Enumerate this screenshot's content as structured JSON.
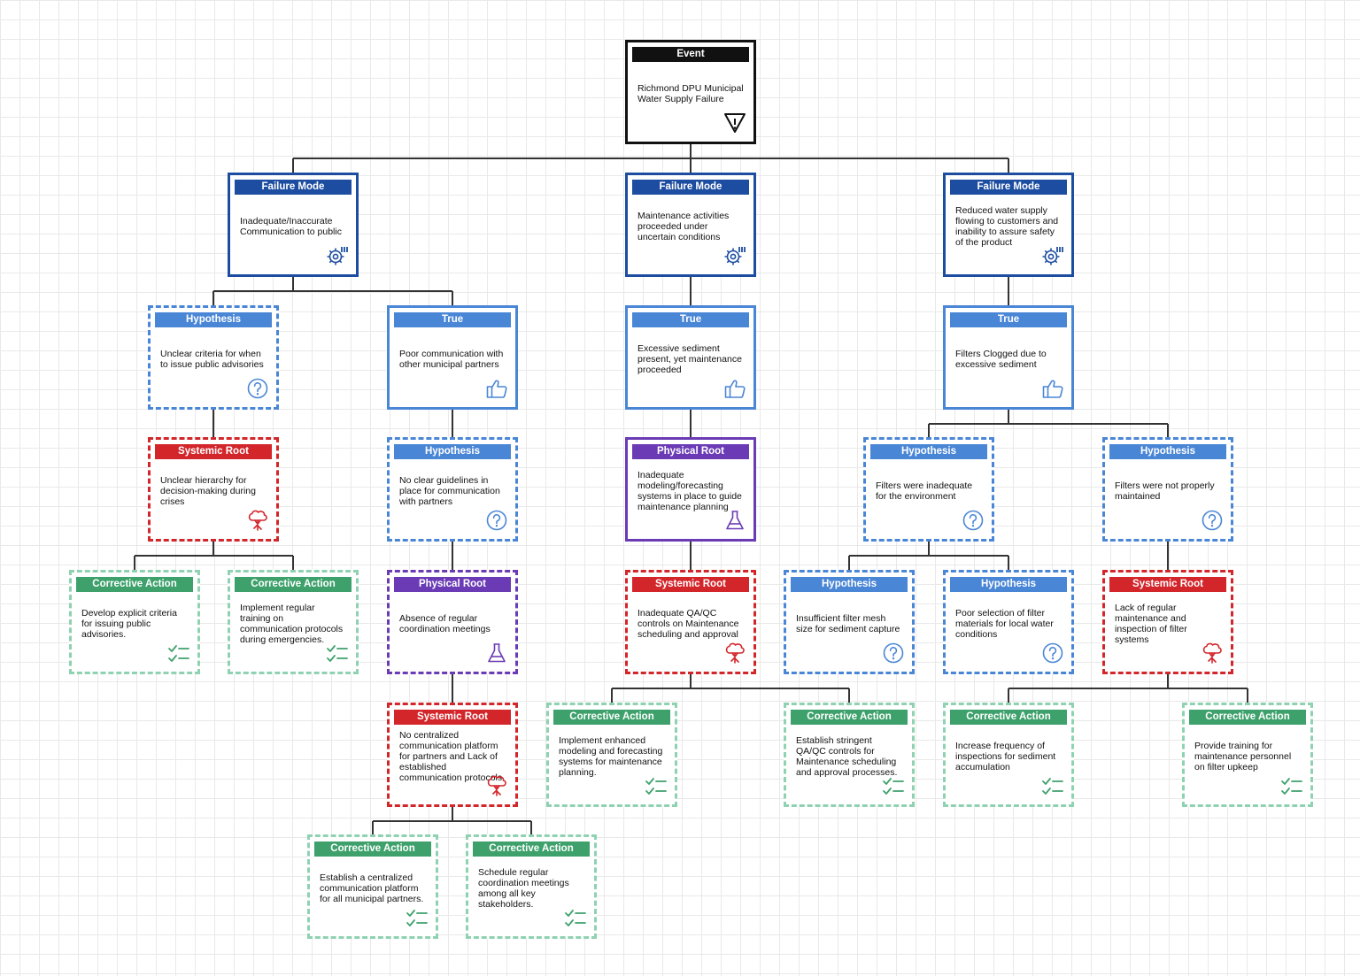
{
  "colors": {
    "event": "#111111",
    "failure_mode": "#1d4da0",
    "true": "#4a86d6",
    "hypothesis": "#4a86d6",
    "systemic_root": "#d3262b",
    "physical_root": "#6a3bb5",
    "corrective_action_header": "#3ea16c",
    "corrective_action_border": "#8fd2b2",
    "connector": "#333333"
  },
  "nodes": [
    {
      "id": "event",
      "type": "event",
      "title": "Event",
      "text": "Richmond DPU Municipal Water Supply Failure",
      "icon": "warning-icon"
    },
    {
      "id": "fm1",
      "type": "failure_mode",
      "title": "Failure Mode",
      "text": "Inadequate/Inaccurate Communication to public",
      "icon": "gear-process-icon"
    },
    {
      "id": "fm2",
      "type": "failure_mode",
      "title": "Failure Mode",
      "text": "Maintenance activities proceeded under uncertain conditions",
      "icon": "gear-process-icon"
    },
    {
      "id": "fm3",
      "type": "failure_mode",
      "title": "Failure Mode",
      "text": "Reduced water supply flowing to customers and inability to assure safety of the product",
      "icon": "gear-process-icon"
    },
    {
      "id": "h1",
      "type": "hypothesis",
      "title": "Hypothesis",
      "text": "Unclear criteria for when to issue public advisories",
      "icon": "question-icon"
    },
    {
      "id": "t1",
      "type": "true",
      "title": "True",
      "text": "Poor communication with other municipal partners",
      "icon": "thumbs-up-icon"
    },
    {
      "id": "t2",
      "type": "true",
      "title": "True",
      "text": "Excessive sediment present, yet maintenance proceeded",
      "icon": "thumbs-up-icon"
    },
    {
      "id": "t3",
      "type": "true",
      "title": "True",
      "text": "Filters Clogged due to excessive sediment",
      "icon": "thumbs-up-icon"
    },
    {
      "id": "sr1",
      "type": "systemic_root",
      "title": "Systemic Root",
      "text": "Unclear hierarchy for decision-making during crises",
      "icon": "root-tree-icon"
    },
    {
      "id": "h2",
      "type": "hypothesis",
      "title": "Hypothesis",
      "text": "No clear guidelines in place for communication with partners",
      "icon": "question-icon"
    },
    {
      "id": "pr1",
      "type": "physical_solid",
      "title": "Physical Root",
      "text": "Inadequate modeling/forecasting systems in place to guide maintenance planning",
      "icon": "flask-icon"
    },
    {
      "id": "h3",
      "type": "hypothesis",
      "title": "Hypothesis",
      "text": "Filters were inadequate for the environment",
      "icon": "question-icon"
    },
    {
      "id": "h4",
      "type": "hypothesis",
      "title": "Hypothesis",
      "text": "Filters were not properly maintained",
      "icon": "question-icon"
    },
    {
      "id": "ca1",
      "type": "corrective_action",
      "title": "Corrective Action",
      "text": "Develop explicit criteria for issuing public advisories.",
      "icon": "checklist-icon"
    },
    {
      "id": "ca2",
      "type": "corrective_action",
      "title": "Corrective Action",
      "text": "Implement regular training on communication protocols during emergencies.",
      "icon": "checklist-icon"
    },
    {
      "id": "pr2",
      "type": "physical_dashed",
      "title": "Physical Root",
      "text": "Absence of regular coordination meetings",
      "icon": "flask-icon"
    },
    {
      "id": "sr2",
      "type": "systemic_root",
      "title": "Systemic Root",
      "text": "Inadequate QA/QC controls on Maintenance scheduling and approval",
      "icon": "root-tree-icon"
    },
    {
      "id": "h5",
      "type": "hypothesis",
      "title": "Hypothesis",
      "text": "Insufficient filter mesh size for sediment capture",
      "icon": "question-icon"
    },
    {
      "id": "h6",
      "type": "hypothesis",
      "title": "Hypothesis",
      "text": "Poor selection of filter materials for local water conditions",
      "icon": "question-icon"
    },
    {
      "id": "sr3",
      "type": "systemic_root",
      "title": "Systemic Root",
      "text": "Lack of regular maintenance and inspection of filter systems",
      "icon": "root-tree-icon"
    },
    {
      "id": "sr4",
      "type": "systemic_root",
      "title": "Systemic Root",
      "text": "No centralized communication platform for partners and Lack of established communication protocols",
      "icon": "root-tree-icon"
    },
    {
      "id": "ca3",
      "type": "corrective_action",
      "title": "Corrective Action",
      "text": "Implement enhanced modeling and forecasting systems for maintenance planning.",
      "icon": "checklist-icon"
    },
    {
      "id": "ca4",
      "type": "corrective_action",
      "title": "Corrective Action",
      "text": "Establish stringent QA/QC controls for Maintenance scheduling and approval processes.",
      "icon": "checklist-icon"
    },
    {
      "id": "ca5",
      "type": "corrective_action",
      "title": "Corrective Action",
      "text": "Increase frequency of inspections for sediment accumulation",
      "icon": "checklist-icon"
    },
    {
      "id": "ca6",
      "type": "corrective_action",
      "title": "Corrective Action",
      "text": "Provide training for maintenance personnel on filter upkeep",
      "icon": "checklist-icon"
    },
    {
      "id": "ca7",
      "type": "corrective_action",
      "title": "Corrective Action",
      "text": "Establish a centralized communication platform for all municipal partners.",
      "icon": "checklist-icon"
    },
    {
      "id": "ca8",
      "type": "corrective_action",
      "title": "Corrective Action",
      "text": "Schedule regular coordination meetings among all key stakeholders.",
      "icon": "checklist-icon"
    }
  ],
  "edges": [
    [
      "event",
      "fm1"
    ],
    [
      "event",
      "fm2"
    ],
    [
      "event",
      "fm3"
    ],
    [
      "fm1",
      "h1"
    ],
    [
      "fm1",
      "t1"
    ],
    [
      "fm2",
      "t2"
    ],
    [
      "fm3",
      "t3"
    ],
    [
      "h1",
      "sr1"
    ],
    [
      "t1",
      "h2"
    ],
    [
      "t2",
      "pr1"
    ],
    [
      "t3",
      "h3"
    ],
    [
      "t3",
      "h4"
    ],
    [
      "sr1",
      "ca1"
    ],
    [
      "sr1",
      "ca2"
    ],
    [
      "h2",
      "pr2"
    ],
    [
      "pr1",
      "sr2"
    ],
    [
      "h3",
      "h5"
    ],
    [
      "h3",
      "h6"
    ],
    [
      "h4",
      "sr3"
    ],
    [
      "pr2",
      "sr4"
    ],
    [
      "sr2",
      "ca3"
    ],
    [
      "sr2",
      "ca4"
    ],
    [
      "sr3",
      "ca5"
    ],
    [
      "sr3",
      "ca6"
    ],
    [
      "sr4",
      "ca7"
    ],
    [
      "sr4",
      "ca8"
    ]
  ]
}
